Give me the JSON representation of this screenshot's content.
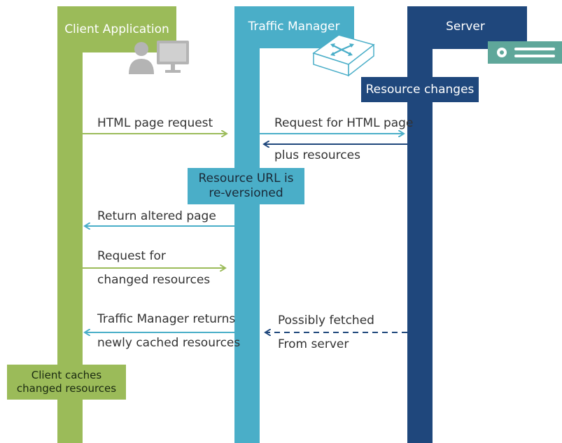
{
  "colors": {
    "client": "#9bbb59",
    "traffic_manager": "#4aaec8",
    "server": "#1f477c",
    "server_icon": "#5fa79a",
    "person_icon": "#b4b4b4",
    "text": "#333333"
  },
  "lanes": {
    "client": {
      "title": "Client Application",
      "icon": "user-with-monitor-icon"
    },
    "traffic_manager": {
      "title": "Traffic Manager",
      "icon": "router-switch-icon"
    },
    "server": {
      "title": "Server",
      "icon": "server-rack-icon"
    }
  },
  "notes": {
    "resource_changes": "Resource changes",
    "resource_url_line1": "Resource URL is",
    "resource_url_line2": "re-versioned",
    "client_caches_line1": "Client caches",
    "client_caches_line2": "changed resources"
  },
  "messages": {
    "html_page_request": "HTML page request",
    "request_for_html_page": "Request for HTML page",
    "plus_resources": "plus resources",
    "return_altered_page": "Return altered page",
    "request_for": "Request for",
    "changed_resources": "changed resources",
    "tm_returns": "Traffic Manager returns",
    "newly_cached": "newly cached resources",
    "possibly_fetched": "Possibly fetched",
    "from_server": "From server"
  }
}
